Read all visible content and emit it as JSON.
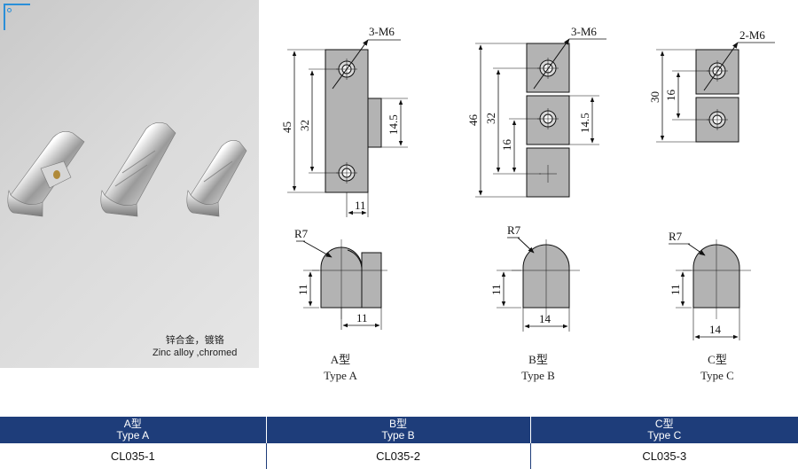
{
  "caption": {
    "cn": "锌合金，镀铬",
    "en": "Zinc alloy ,chromed"
  },
  "drawing_a": {
    "holes": "3-M6",
    "h_total": "45",
    "h_pitch": "32",
    "h_tab": "14.5",
    "w": "11",
    "radius": "R7",
    "side_h": "11",
    "side_w": "11",
    "label_cn": "A型",
    "label_en": "Type A"
  },
  "drawing_b": {
    "holes": "3-M6",
    "h_total": "46",
    "h_pitch": "32",
    "h_half": "16",
    "h_tab": "14.5",
    "radius": "R7",
    "side_h": "11",
    "side_w": "14",
    "label_cn": "B型",
    "label_en": "Type B"
  },
  "drawing_c": {
    "holes": "2-M6",
    "h_total": "30",
    "h_pitch": "16",
    "radius": "R7",
    "side_h": "11",
    "side_w": "14",
    "label_cn": "C型",
    "label_en": "Type C"
  },
  "table": {
    "headers": [
      {
        "cn": "A型",
        "en": "Type  A"
      },
      {
        "cn": "B型",
        "en": "Type  B"
      },
      {
        "cn": "C型",
        "en": "Type  C"
      }
    ],
    "codes": [
      "CL035-1",
      "CL035-2",
      "CL035-3"
    ]
  }
}
